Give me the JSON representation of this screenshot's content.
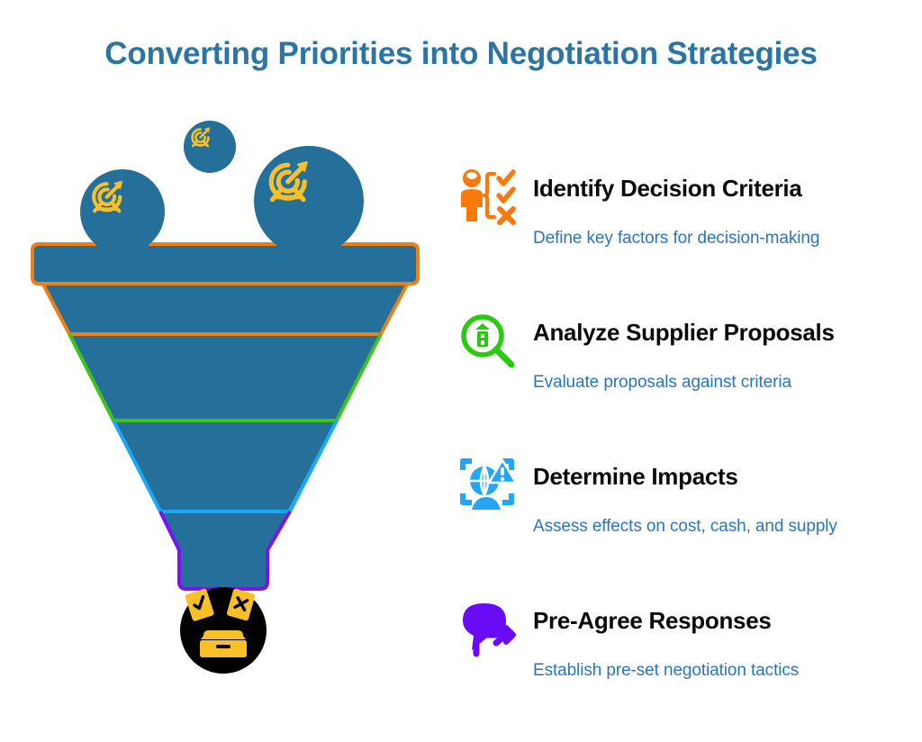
{
  "page": {
    "title": "Converting Priorities into Negotiation Strategies",
    "background_color": "#FFFFFF",
    "title_color": "#2A75A4"
  },
  "funnel": {
    "fill_color": "#24709B",
    "segments": [
      {
        "name": "segment-1",
        "stroke_color": "#F07F13",
        "icon": "target-arrow-icon"
      },
      {
        "name": "segment-2",
        "stroke_color": "#3CC517",
        "icon": "target-arrow-icon"
      },
      {
        "name": "segment-3",
        "stroke_color": "#18A9FA",
        "icon": "target-arrow-icon"
      },
      {
        "name": "segment-4",
        "stroke_color": "#7B10F0",
        "icon": "target-arrow-icon"
      }
    ],
    "input_tokens": [
      {
        "name": "input-token-left",
        "icon": "target-arrow-icon",
        "circle_color": "#24709B",
        "icon_color": "#F7C028",
        "size": "medium"
      },
      {
        "name": "input-token-center",
        "icon": "target-arrow-icon",
        "circle_color": "#24709B",
        "icon_color": "#F7C028",
        "size": "small"
      },
      {
        "name": "input-token-right",
        "icon": "target-arrow-icon",
        "circle_color": "#24709B",
        "icon_color": "#F7C028",
        "size": "large"
      }
    ],
    "output_token": {
      "name": "funnel-output",
      "icon": "ballot-cards-box-icon",
      "circle_color": "#000000",
      "icon_color": "#F7C028"
    }
  },
  "steps": [
    {
      "title": "Identify Decision Criteria",
      "subtitle": "Define key factors for decision-making",
      "icon": "person-checklist-icon",
      "icon_color": "#F97A0B"
    },
    {
      "title": "Analyze Supplier Proposals",
      "subtitle": "Evaluate proposals against criteria",
      "icon": "magnifier-factory-icon",
      "icon_color": "#2ACB0E"
    },
    {
      "title": "Determine Impacts",
      "subtitle": "Assess effects on cost, cash, and supply",
      "icon": "globe-warning-icon",
      "icon_color": "#22A6F5"
    },
    {
      "title": "Pre-Agree Responses",
      "subtitle": "Establish pre-set negotiation tactics",
      "icon": "speech-bubble-arrow-icon",
      "icon_color": "#6A0BF5"
    }
  ]
}
